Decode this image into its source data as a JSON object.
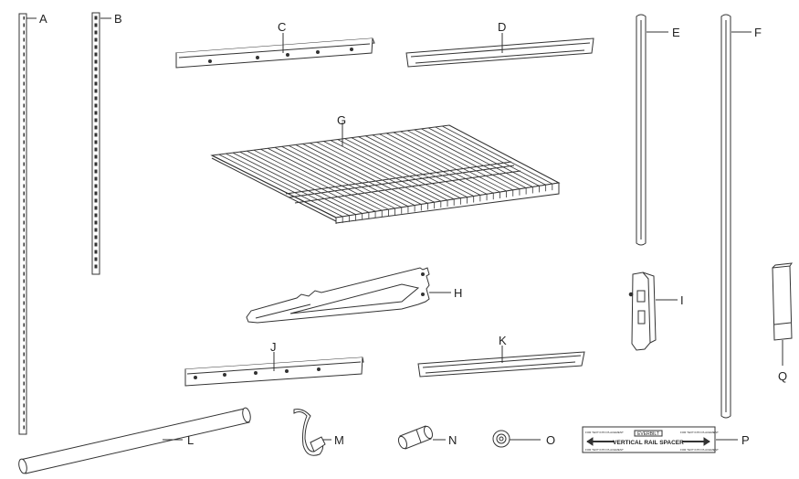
{
  "parts": [
    {
      "id": "A",
      "label": "A"
    },
    {
      "id": "B",
      "label": "B"
    },
    {
      "id": "C",
      "label": "C"
    },
    {
      "id": "D",
      "label": "D"
    },
    {
      "id": "E",
      "label": "E"
    },
    {
      "id": "F",
      "label": "F"
    },
    {
      "id": "G",
      "label": "G"
    },
    {
      "id": "H",
      "label": "H"
    },
    {
      "id": "I",
      "label": "I"
    },
    {
      "id": "J",
      "label": "J"
    },
    {
      "id": "K",
      "label": "K"
    },
    {
      "id": "L",
      "label": "L"
    },
    {
      "id": "M",
      "label": "M"
    },
    {
      "id": "N",
      "label": "N"
    },
    {
      "id": "O",
      "label": "O"
    },
    {
      "id": "P",
      "label": "P"
    },
    {
      "id": "Q",
      "label": "Q"
    }
  ],
  "spacer_card": {
    "brand": "EVERBILT",
    "title": "VERTICAL RAIL SPACER",
    "corner_text": "FOR TEXT INTO PLACEMENT"
  },
  "colors": {
    "line": "#333333",
    "fill": "#ffffff",
    "shade": "#d8d8d8"
  }
}
